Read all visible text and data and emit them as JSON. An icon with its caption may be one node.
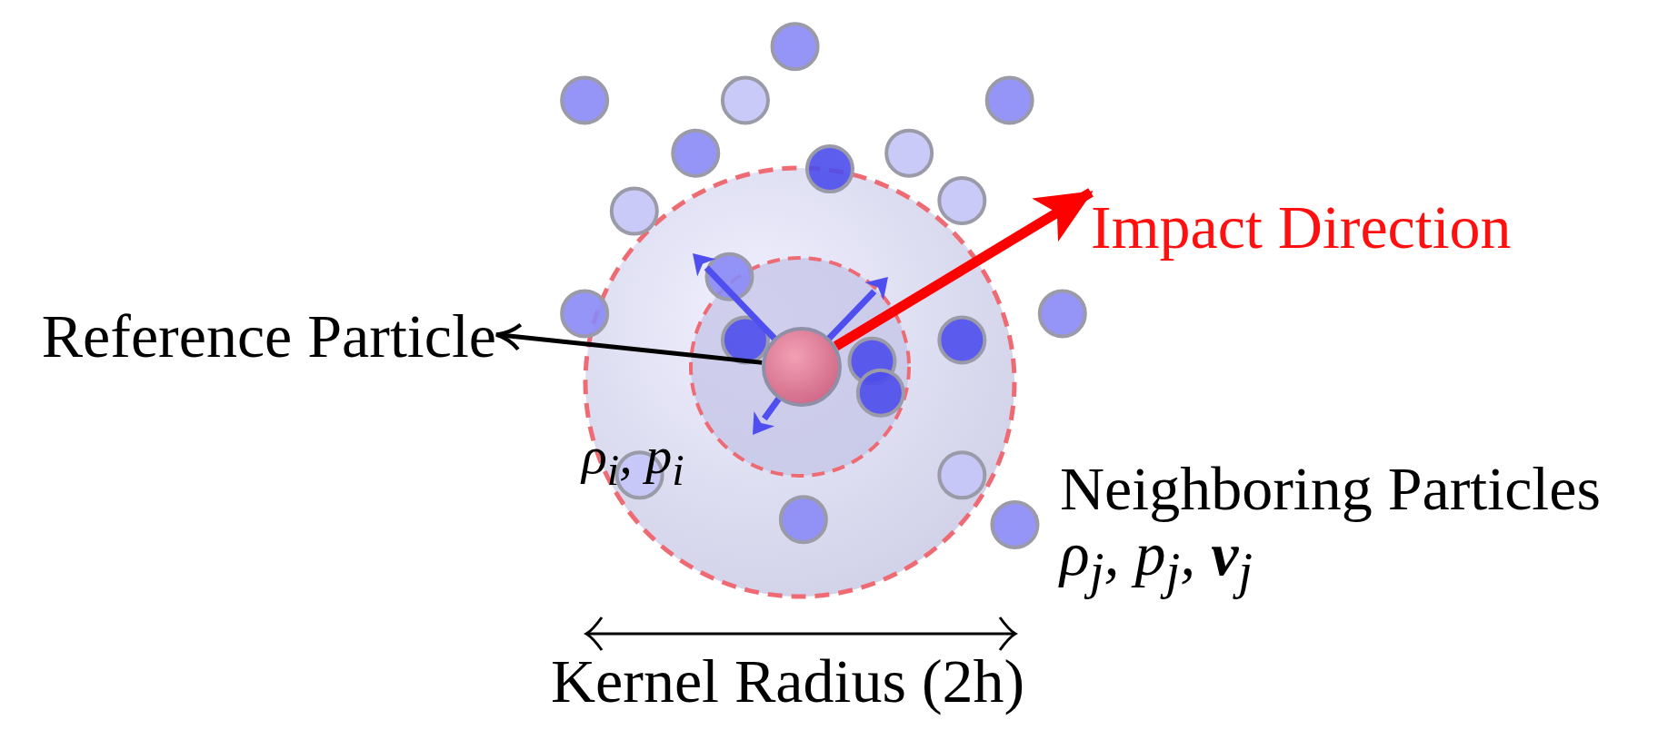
{
  "diagram": {
    "nodes": [
      {
        "text": [
          "Reference Particle"
        ]
      },
      {
        "text": [],
        "shape": "circle",
        "beside": [
          "ρ$_{i}$, p$_{i}$"
        ]
      },
      {
        "text": [
          "Impact Direction"
        ]
      }
    ],
    "edges": [
      {
        "from": 1,
        "to": 0,
        "arrow": "to"
      },
      {
        "from": 1,
        "to": 2,
        "arrow": "to",
        "style": "thick",
        "color": "#ff0000"
      }
    ],
    "labels": [
      "Neighboring Particles",
      "ρ$_{j}$, p$_{j}$, **v**$_{j}$",
      "Kernel Radius (2h)"
    ]
  }
}
